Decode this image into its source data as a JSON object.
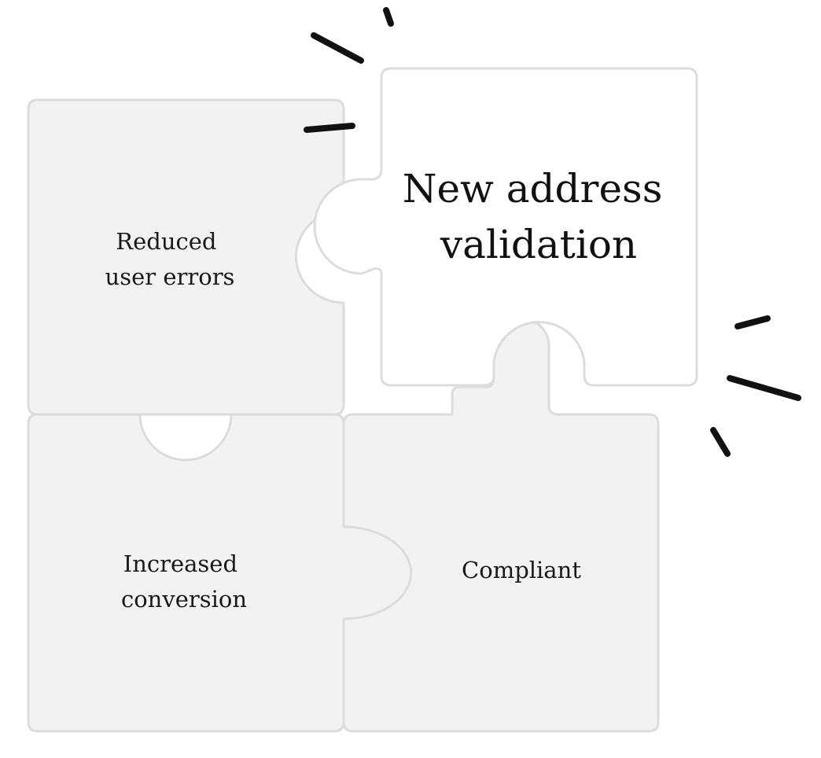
{
  "pieces": {
    "top_left": {
      "label_line1": "Reduced",
      "label_line2": "user errors"
    },
    "top_right": {
      "label_line1": "New address",
      "label_line2": "validation"
    },
    "bottom_left": {
      "label_line1": "Increased",
      "label_line2": "conversion"
    },
    "bottom_right": {
      "label_line1": "Compliant"
    }
  },
  "colors": {
    "piece_fill": "#f2f2f2",
    "piece_stroke": "#dcdcdc",
    "highlight_fill": "#ffffff",
    "burst": "#111111"
  }
}
